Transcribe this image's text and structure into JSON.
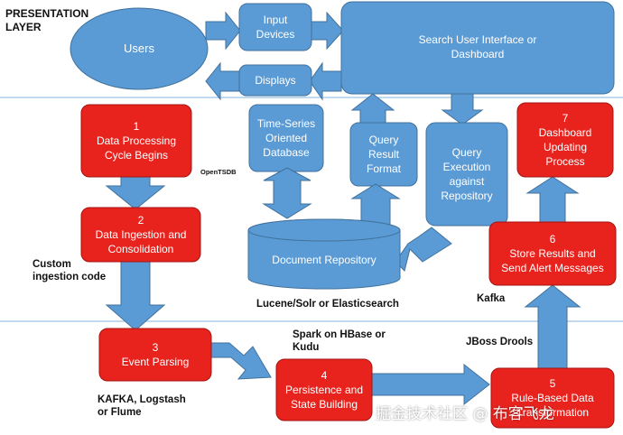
{
  "colors": {
    "blue_fill": "#5b9bd5",
    "blue_stroke": "#41719c",
    "red_fill": "#e8231e",
    "red_stroke": "#a31512",
    "divider": "#9dc3e6"
  },
  "layer_title": "PRESENTATION\nLAYER",
  "presentation": {
    "users": "Users",
    "input_devices": "Input\nDevices",
    "displays": "Displays",
    "search_ui": "Search User Interface or\nDashboard"
  },
  "middle": {
    "step1": "1\nData Processing\nCycle Begins",
    "tsdb": "Time-Series\nOriented\nDatabase",
    "query_result": "Query\nResult\nFormat",
    "query_exec": "Query\nExecution\nagainst\nRepository",
    "step7": "7\nDashboard\nUpdating\nProcess",
    "step2": "2\nData Ingestion and\nConsolidation",
    "doc_repo": "Document Repository",
    "step6": "6\nStore Results and\nSend Alert Messages"
  },
  "bottom": {
    "step3": "3\nEvent Parsing",
    "step4": "4\nPersistence and\nState Building",
    "step5": "5\nRule-Based Data\nTransformation"
  },
  "notes": {
    "opentsdb": "OpenTSDB",
    "custom": "Custom\ningestion code",
    "lucene": "Lucene/Solr or Elasticsearch",
    "kafka": "Kafka",
    "spark": "Spark on HBase or\nKudu",
    "jboss": "JBoss Drools",
    "kafka_logstash": "KAFKA, Logstash\nor Flume"
  },
  "watermark": "掘金技术社区 @ 布客飞龙"
}
